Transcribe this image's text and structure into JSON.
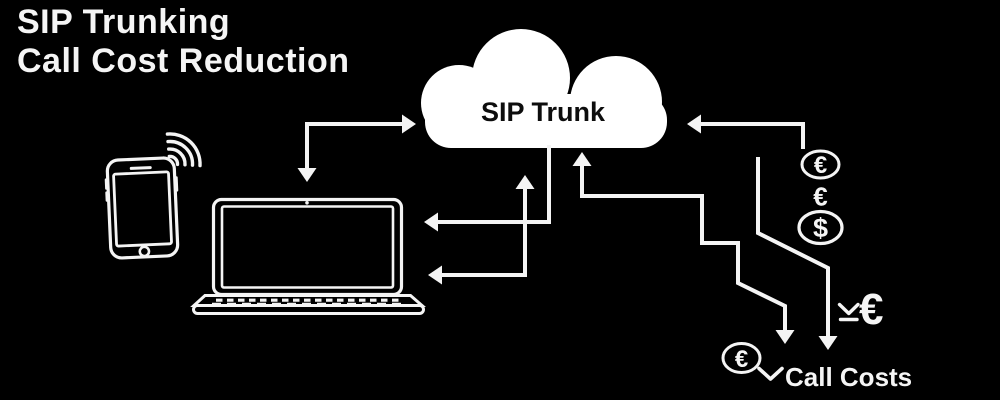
{
  "title": {
    "line1": "SIP Trunking",
    "line2": "Call Cost Reduction"
  },
  "cloud": {
    "label": "SIP Trunk"
  },
  "cost": {
    "label": "Call Costs"
  },
  "symbols": {
    "euro_coin_top": "€",
    "euro_plain": "€",
    "dollar_coin": "$",
    "euro_coin_bottom": "€",
    "big_euro": "€"
  },
  "icons": {
    "cloud": "cloud-shape",
    "smartphone": "smartphone-outline",
    "wifi": "wifi-signal-arcs",
    "laptop": "laptop-outline",
    "chevron_before_call_costs": "chevron-down",
    "decrease_before_big_euro": "chevron-down-over-line"
  },
  "colors": {
    "background": "#000000",
    "stroke": "#f4f4f4",
    "cloud_fill": "#ffffff",
    "cloud_text": "#0d0d0d",
    "title_text": "#f5f5f5"
  }
}
